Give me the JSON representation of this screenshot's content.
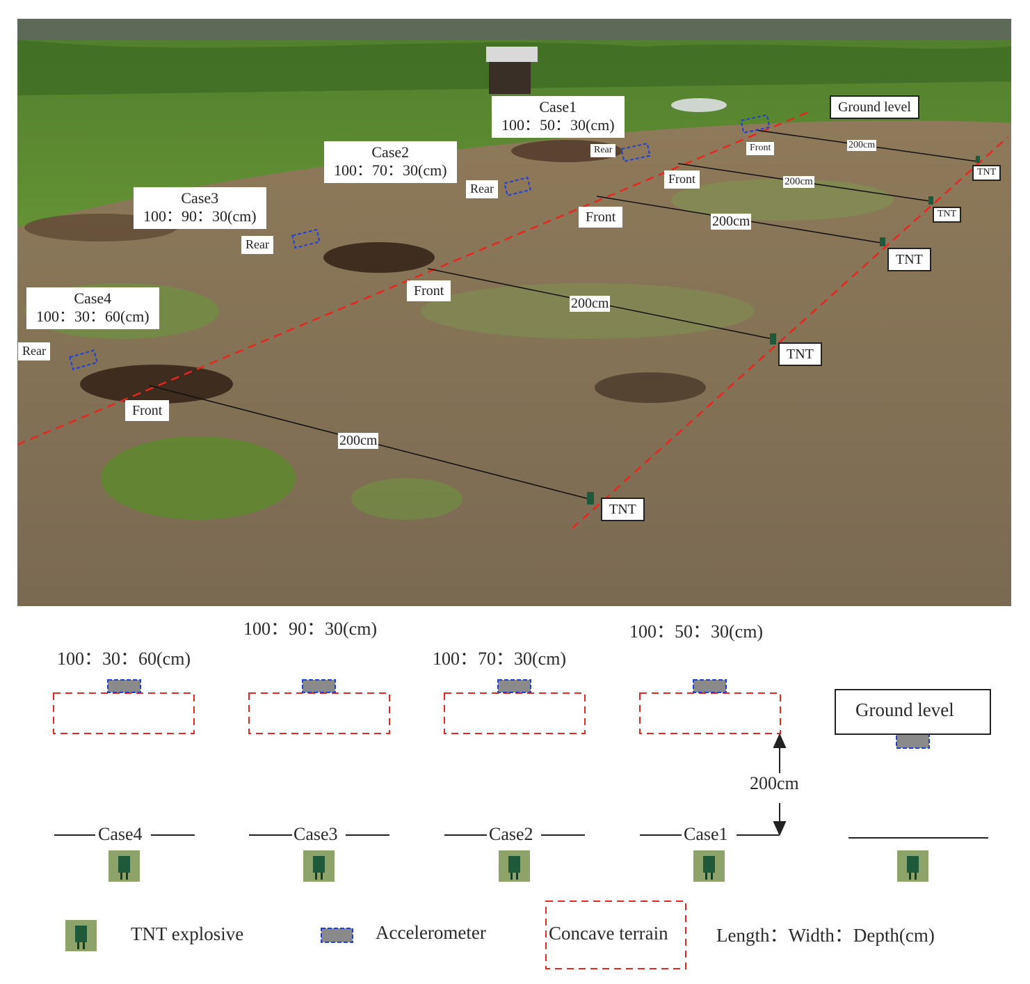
{
  "photo": {
    "cases": [
      {
        "name": "Case1",
        "dims": "100：50：30(cm)"
      },
      {
        "name": "Case2",
        "dims": "100：70：30(cm)"
      },
      {
        "name": "Case3",
        "dims": "100：90：30(cm)"
      },
      {
        "name": "Case4",
        "dims": "100：30：60(cm)"
      }
    ],
    "rear_label": "Rear",
    "front_label": "Front",
    "distance_label": "200cm",
    "tnt_label": "TNT",
    "ground_label": "Ground level"
  },
  "schematic": {
    "dims_top": [
      "100：30：60(cm)",
      "100：90：30(cm)",
      "100：70：30(cm)",
      "100：50：30(cm)"
    ],
    "case_labels": [
      "Case4",
      "Case3",
      "Case2",
      "Case1"
    ],
    "ground_label": "Ground level",
    "distance_label": "200cm"
  },
  "legend": {
    "tnt": "TNT explosive",
    "accel": "Accelerometer",
    "concave": "Concave terrain",
    "ratio": "Length：Width：Depth(cm)"
  },
  "colors": {
    "dashed_line": "#e8261f",
    "accelerometer_outline": "#1f3fd6",
    "tnt_body": "#1e5a3a"
  }
}
